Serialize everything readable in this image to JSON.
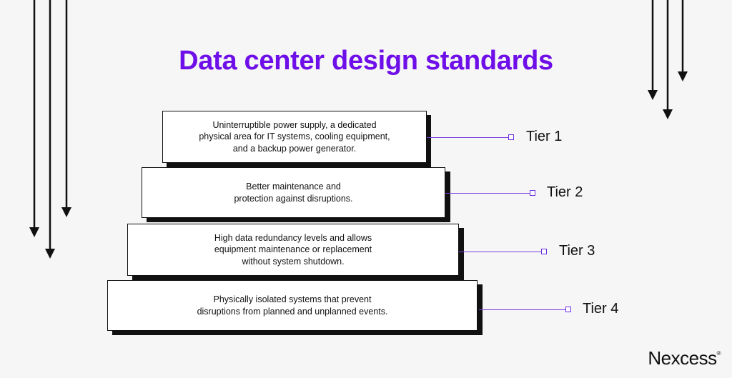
{
  "title": "Data center design standards",
  "brand": {
    "name": "Nexcess",
    "mark": "®"
  },
  "tiers": [
    {
      "label": "Tier 1",
      "description": "Uninterruptible power supply, a dedicated\nphysical area for IT systems, cooling equipment,\nand a backup power generator."
    },
    {
      "label": "Tier 2",
      "description": "Better maintenance and\nprotection against disruptions."
    },
    {
      "label": "Tier 3",
      "description": "High data redundancy levels and allows\nequipment maintenance or replacement\nwithout system shutdown."
    },
    {
      "label": "Tier 4",
      "description": "Physically isolated systems that prevent\ndisruptions from planned and unplanned events."
    }
  ],
  "colors": {
    "accent": "#6e0ee8",
    "connector": "#7a3ee0",
    "background": "#f7f6f6",
    "ink": "#111111"
  }
}
